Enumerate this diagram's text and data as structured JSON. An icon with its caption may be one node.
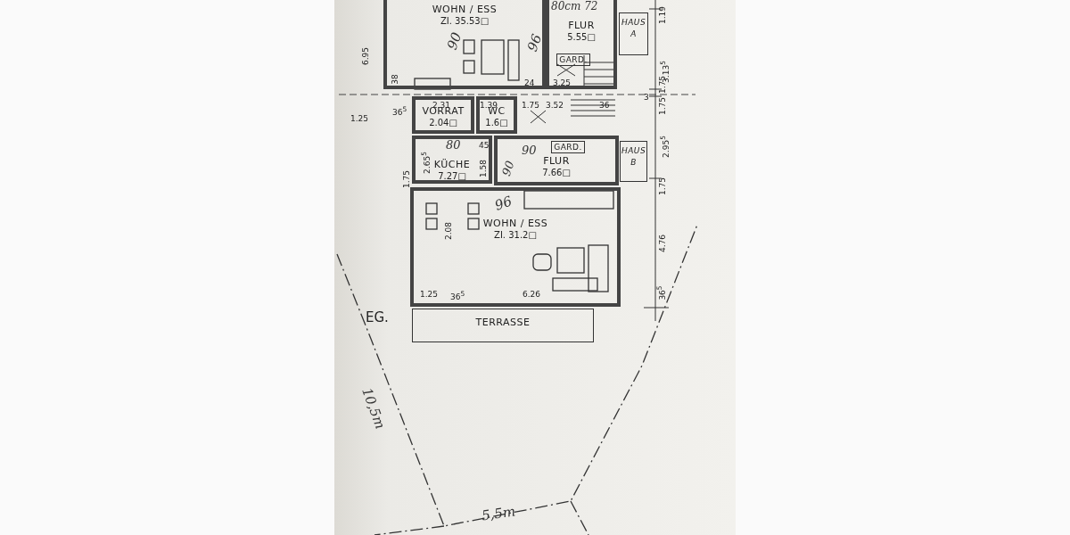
{
  "diagram": {
    "nodes": [
      {
        "text": [
          "WOHN / ESS",
          "ZI. 35.53□"
        ]
      },
      {
        "text": [
          "FLUR",
          "5.55□"
        ]
      },
      {
        "text": [
          "GARD."
        ],
        "in": 1
      },
      {
        "text": [
          "HAUS A"
        ]
      },
      {
        "text": [
          "VORRAT",
          "2.04□"
        ]
      },
      {
        "text": [
          "WC",
          "1.6□"
        ]
      },
      {
        "text": [
          "KÜCHE",
          "7.27□"
        ]
      },
      {
        "text": [
          "FLUR",
          "7.66□"
        ]
      },
      {
        "text": [
          "GARD."
        ],
        "in": 7
      },
      {
        "text": [
          "HAUS B"
        ]
      },
      {
        "text": [
          "WOHN / ESS",
          "ZI. 31.2□"
        ]
      },
      {
        "text": [
          "TERRASSE"
        ]
      }
    ],
    "labels": [
      "80cm 72",
      "90",
      "96",
      "6.95",
      "38",
      "24",
      "3.25",
      "1.25",
      "36$^{5}$",
      "2.31",
      "1.39",
      "1.75",
      "3.52",
      "36",
      "80",
      "45",
      "1.58",
      "90",
      "90",
      "2.65$^{5}$",
      "1.75",
      "96",
      "2.08",
      "1.25",
      "36$^{5}$",
      "6.26",
      "EG.",
      "1.19",
      "3.13$^{5}$",
      "1.75",
      "3",
      "1.75",
      "2.95$^{5}$",
      "1.75",
      "4.76",
      "36$^{5}$",
      "10,5m",
      "5,5m"
    ]
  }
}
